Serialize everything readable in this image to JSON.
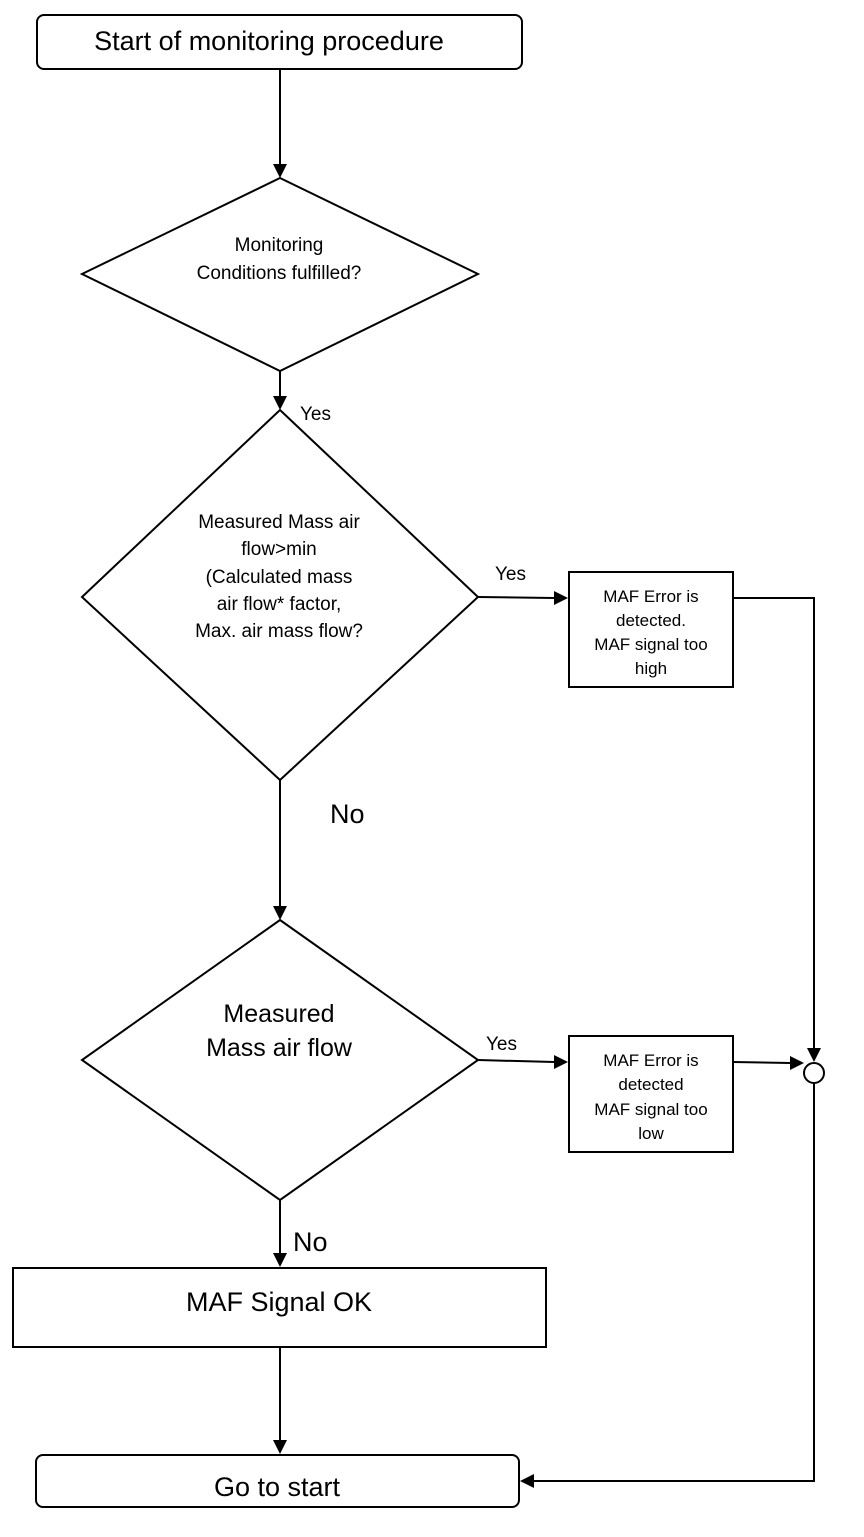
{
  "nodes": {
    "start": {
      "label": "Start of monitoring procedure"
    },
    "conditions": {
      "lines": [
        "Monitoring",
        "Conditions fulfilled?"
      ]
    },
    "high_check": {
      "lines": [
        "Measured Mass air",
        "flow>min",
        "(Calculated mass",
        "air flow* factor,",
        "Max. air mass flow?"
      ]
    },
    "maf_high": {
      "lines": [
        "MAF Error is",
        "detected.",
        "MAF signal too",
        "high"
      ]
    },
    "low_check": {
      "lines": [
        "Measured",
        "Mass air flow"
      ]
    },
    "maf_low": {
      "lines": [
        "MAF Error is",
        "detected",
        "MAF signal too",
        "low"
      ]
    },
    "ok": {
      "label": "MAF Signal OK"
    },
    "goto": {
      "label": "Go to start"
    }
  },
  "edges": {
    "conditions_yes": "Yes",
    "high_yes": "Yes",
    "high_no": "No",
    "low_yes": "Yes",
    "low_no": "No"
  }
}
